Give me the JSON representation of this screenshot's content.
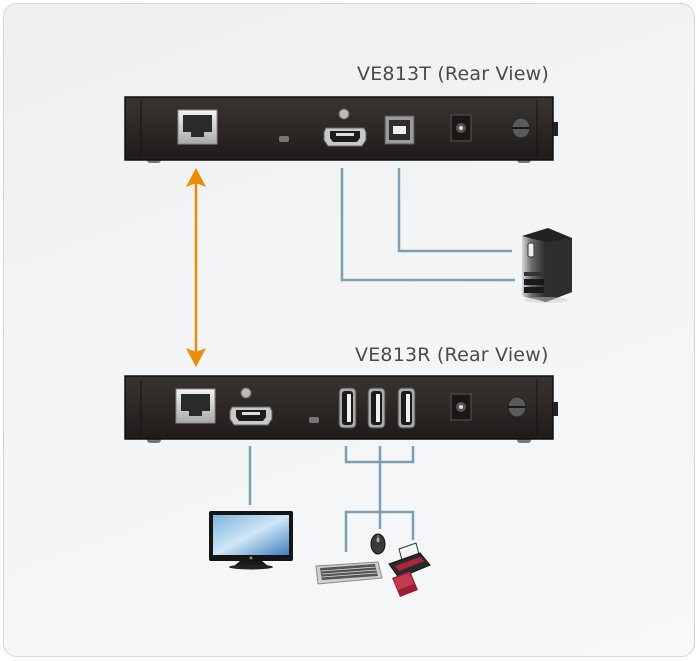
{
  "transmitter": {
    "title": "VE813T (Rear View)",
    "ports": [
      "rj45-port",
      "led",
      "hdmi-port",
      "usb-b-port",
      "dc-power-jack",
      "grounding-screw"
    ]
  },
  "receiver": {
    "title": "VE813R (Rear View)",
    "ports": [
      "rj45-port",
      "hdmi-port",
      "led",
      "usb-a-port-1",
      "usb-a-port-2",
      "usb-a-port-3",
      "dc-power-jack",
      "grounding-screw"
    ]
  },
  "connections": {
    "link_color": "#f08a00",
    "cable_color": "#7f9fb0",
    "link": "transmitter-rj45 to receiver-rj45",
    "transmitter_to_computer": [
      "hdmi",
      "usb-b"
    ],
    "receiver_to_devices": [
      "hdmi to monitor",
      "usb to keyboard",
      "usb to mouse",
      "usb to printer"
    ]
  },
  "devices": {
    "computer": "computer-tower",
    "monitor": "lcd-monitor",
    "keyboard": "keyboard",
    "mouse": "mouse",
    "printer": "printer"
  },
  "colors": {
    "device_body": "#2b2624",
    "background": "#f2f3f4"
  }
}
